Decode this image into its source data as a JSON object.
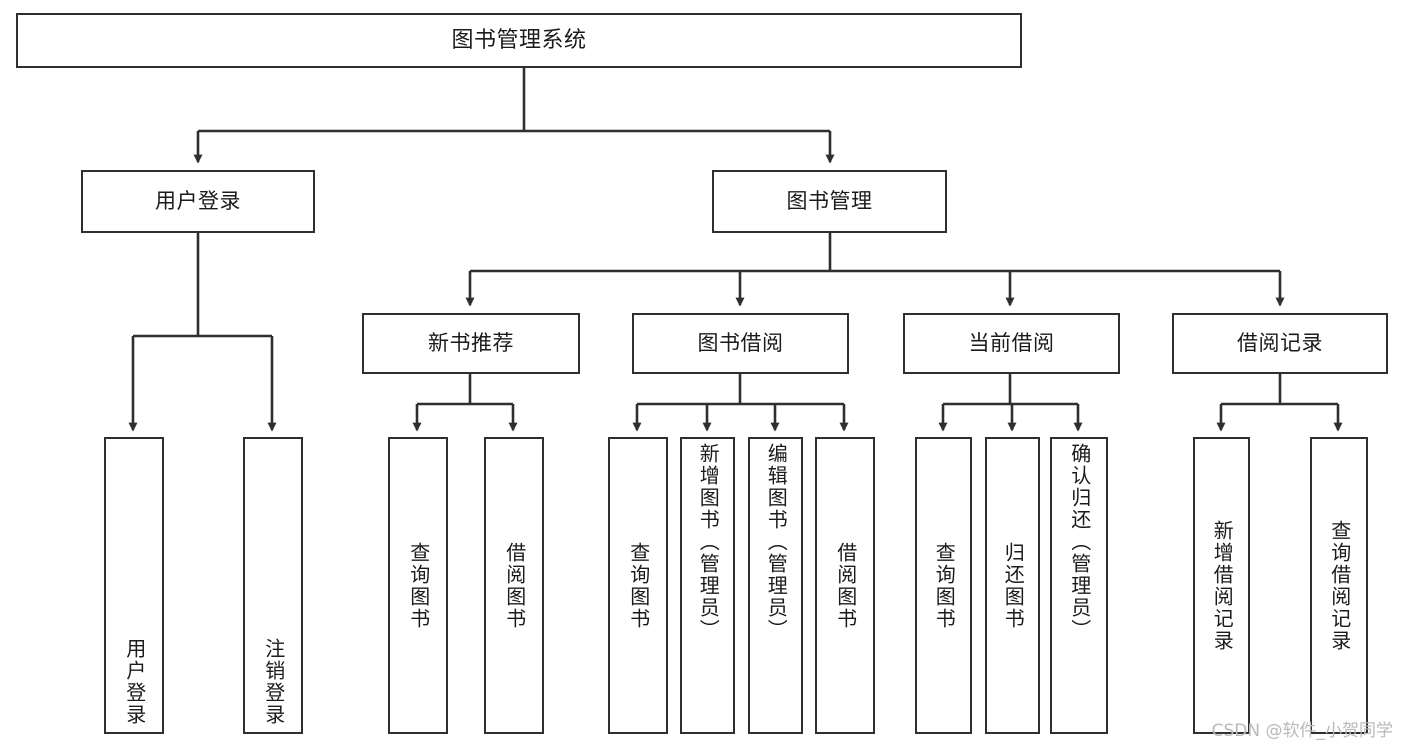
{
  "diagram": {
    "title": "图书管理系统",
    "type": "hierarchy-tree",
    "stroke_color": "#2f2f2f",
    "fill_color": "#ffffff",
    "text_color": "#1b1b1b",
    "watermark": "CSDN @软件_小贺同学",
    "nodes": {
      "root": {
        "label": "图书管理系统"
      },
      "level1": [
        {
          "label": "用户登录"
        },
        {
          "label": "图书管理"
        }
      ],
      "level2": [
        {
          "label": "新书推荐"
        },
        {
          "label": "图书借阅"
        },
        {
          "label": "当前借阅"
        },
        {
          "label": "借阅记录"
        }
      ],
      "leaves": {
        "user_login": [
          {
            "label": "用户登录"
          },
          {
            "label": "注销登录"
          }
        ],
        "new_book_recommend": [
          {
            "label": "查询图书"
          },
          {
            "label": "借阅图书"
          }
        ],
        "book_borrow": [
          {
            "label": "查询图书"
          },
          {
            "label": "新增图书（管理员）"
          },
          {
            "label": "编辑图书（管理员）"
          },
          {
            "label": "借阅图书"
          }
        ],
        "current_borrow": [
          {
            "label": "查询图书"
          },
          {
            "label": "归还图书"
          },
          {
            "label": "确认归还（管理员）"
          }
        ],
        "borrow_record": [
          {
            "label": "新增借阅记录"
          },
          {
            "label": "查询借阅记录"
          }
        ]
      }
    }
  }
}
